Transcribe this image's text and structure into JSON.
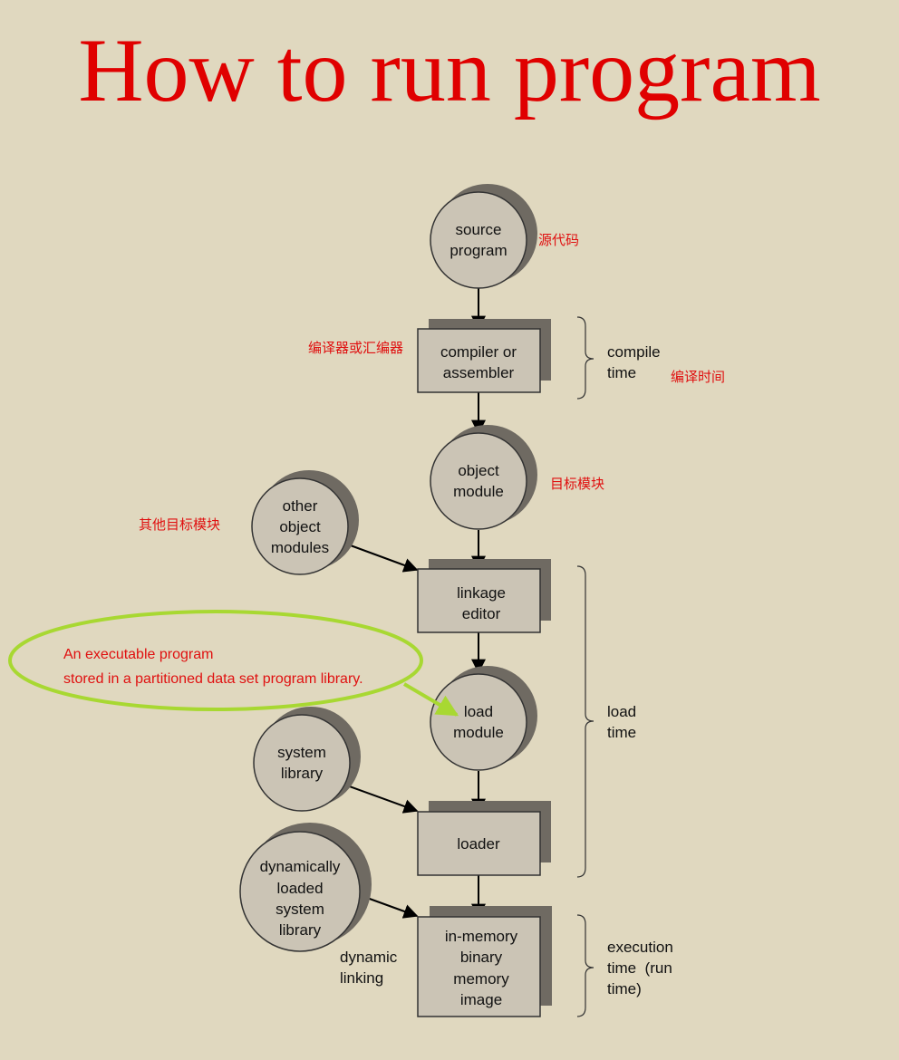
{
  "title": "How to run program",
  "nodes": {
    "source_program": [
      "source",
      "program"
    ],
    "compiler": [
      "compiler or",
      "assembler"
    ],
    "object_module": [
      "object",
      "module"
    ],
    "other_modules": [
      "other",
      "object",
      "modules"
    ],
    "linkage_editor": [
      "linkage",
      "editor"
    ],
    "load_module": [
      "load",
      "module"
    ],
    "system_library": [
      "system",
      "library"
    ],
    "loader": [
      "loader"
    ],
    "dynamic_library": [
      "dynamically",
      "loaded",
      "system",
      "library"
    ],
    "memory_image": [
      "in-memory",
      "binary",
      "memory",
      "image"
    ]
  },
  "edge_labels": {
    "dynamic_linking": [
      "dynamic",
      "linking"
    ]
  },
  "phases": {
    "compile_time": [
      "compile",
      "time"
    ],
    "load_time": [
      "load",
      "time"
    ],
    "execution_time": [
      "execution",
      "time  (run",
      "time)"
    ]
  },
  "annotations": {
    "source_program_cn": "源代码",
    "compiler_cn": "编译器或汇编器",
    "compile_time_cn": "编译时间",
    "object_module_cn": "目标模块",
    "other_modules_cn": "其他目标模块",
    "callout_line1": "An executable program",
    "callout_line2": "stored in a partitioned data set program library."
  },
  "colors": {
    "title": "#e00000",
    "annotation": "#e01010",
    "callout_ellipse": "#a8d832",
    "node_fill": "#cbc4b5",
    "background": "#e0d8bf"
  }
}
